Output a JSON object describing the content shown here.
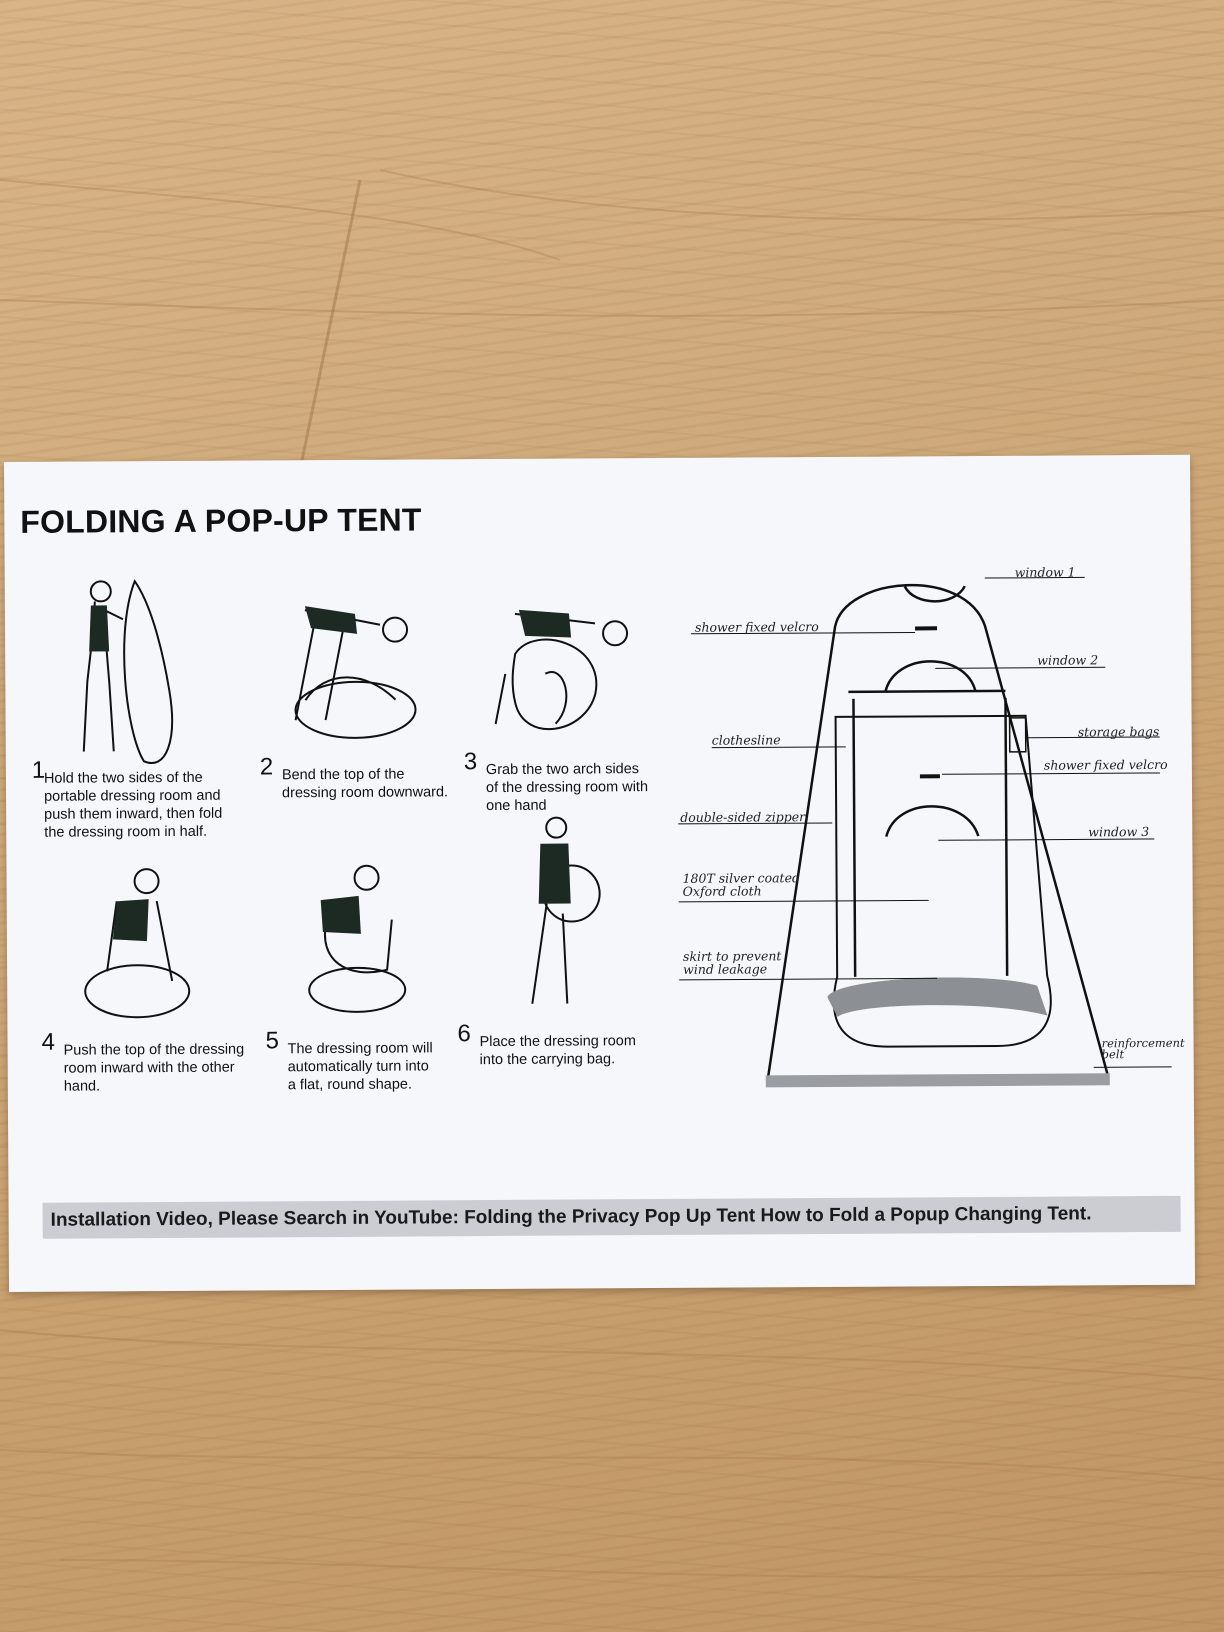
{
  "sheet": {
    "title": "FOLDING A POP-UP TENT",
    "steps": [
      {
        "num": "1",
        "text": "Hold the two sides of the\nportable dressing room and\npush them inward, then fold\nthe dressing room in half."
      },
      {
        "num": "2",
        "text": "Bend the top of the\ndressing room downward."
      },
      {
        "num": "3",
        "text": "Grab the two arch sides\nof the dressing room with\none hand"
      },
      {
        "num": "4",
        "text": "Push the top of the dressing\nroom inward with the other\nhand."
      },
      {
        "num": "5",
        "text": "The dressing room will\nautomatically turn into\na flat, round shape."
      },
      {
        "num": "6",
        "text": "Place the dressing room\ninto the carrying bag."
      }
    ],
    "tent_labels": {
      "window1": "window 1",
      "shower_velcro_top": "shower fixed velcro",
      "window2": "window 2",
      "clothesline": "clothesline",
      "storage_bags": "storage bags",
      "shower_velcro_mid": "shower fixed velcro",
      "zipper": "double-sided zipper",
      "window3": "window 3",
      "cloth": "180T silver coated\nOxford cloth",
      "skirt": "skirt to prevent\nwind leakage",
      "belt": "reinforcement\nbelt"
    },
    "footer": "Installation Video, Please Search in YouTube: Folding the Privacy Pop Up Tent How to Fold a Popup Changing Tent."
  },
  "colors": {
    "ink": "#111111",
    "footer_band": "#cbcdd2",
    "paper": "#f6f7fb",
    "wood": "#cfa979"
  }
}
